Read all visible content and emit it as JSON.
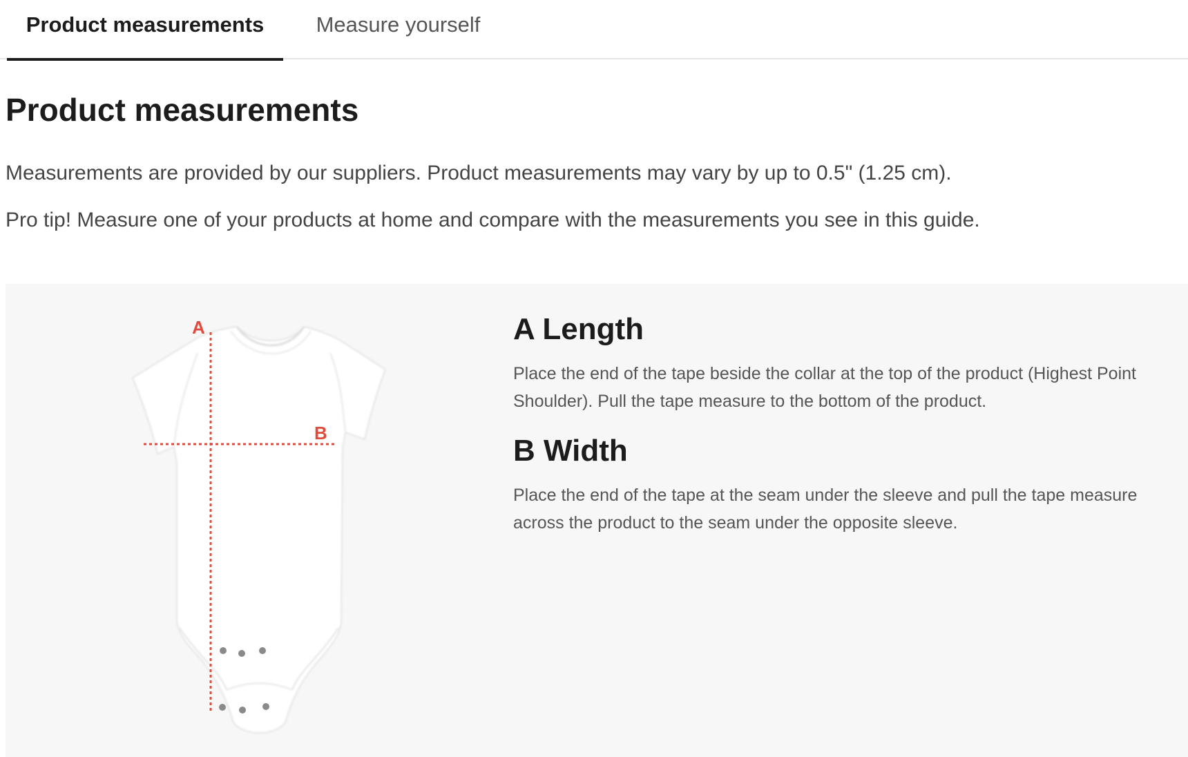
{
  "tabs": [
    {
      "label": "Product measurements",
      "active": true
    },
    {
      "label": "Measure yourself",
      "active": false
    }
  ],
  "page_title": "Product measurements",
  "intro": [
    "Measurements are provided by our suppliers. Product measurements may vary by up to 0.5\" (1.25 cm).",
    "Pro tip! Measure one of your products at home and compare with the measurements you see in this guide."
  ],
  "illustration": {
    "label_a": "A",
    "label_b": "B",
    "accent_color": "#e04b3d"
  },
  "measurements": [
    {
      "title": "A Length",
      "description": "Place the end of the tape beside the collar at the top of the product (Highest Point Shoulder). Pull the tape measure to the bottom of the product."
    },
    {
      "title": "B Width",
      "description": "Place the end of the tape at the seam under the sleeve and pull the tape measure across the product to the seam under the opposite sleeve."
    }
  ]
}
